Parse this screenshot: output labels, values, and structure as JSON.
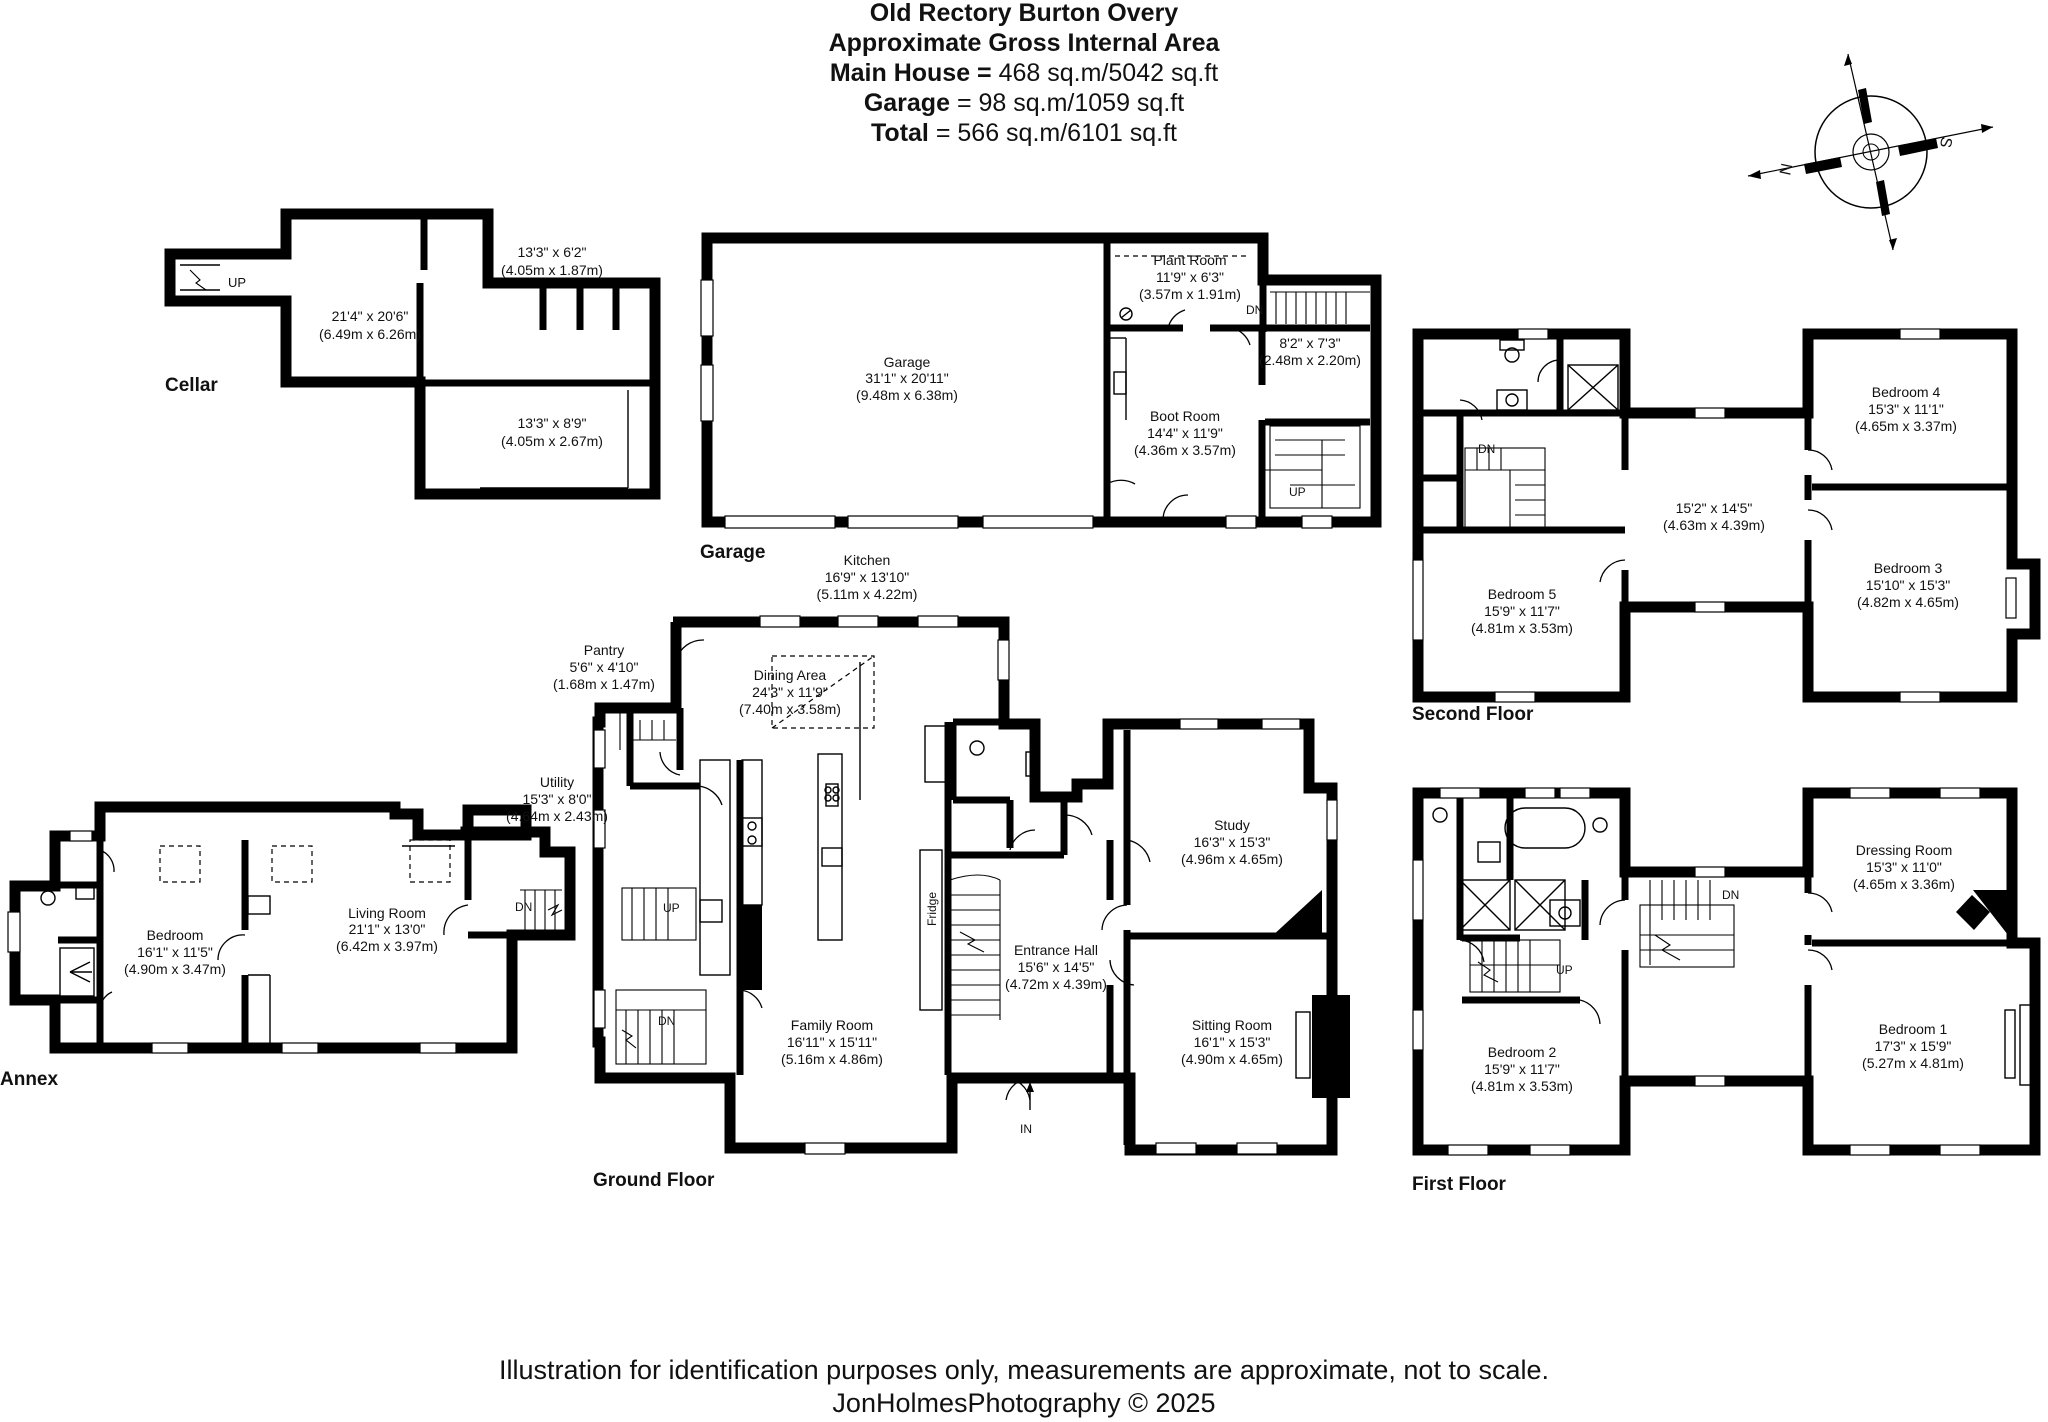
{
  "header": {
    "title": "Old Rectory Burton Overy",
    "subtitle": "Approximate Gross Internal Area",
    "main_label": "Main House =",
    "main_value": " 468 sq.m/5042 sq.ft",
    "garage_label": "Garage",
    "garage_value": " = 98 sq.m/1059 sq.ft",
    "total_label": "Total",
    "total_value": " = 566 sq.m/6101 sq.ft"
  },
  "compass": {
    "north": "N",
    "south": "S"
  },
  "floors": {
    "cellar": "Cellar",
    "garage": "Garage",
    "annex": "Annex",
    "ground": "Ground Floor",
    "first": "First Floor",
    "second": "Second Floor"
  },
  "rooms": {
    "cellar_main": [
      "21'4\" x 20'6\"",
      "(6.49m x 6.26m)"
    ],
    "cellar_store_top": [
      "13'3\" x 6'2\"",
      "(4.05m x 1.87m)"
    ],
    "cellar_store_bottom": [
      "13'3\" x 8'9\"",
      "(4.05m x 2.67m)"
    ],
    "garage": [
      "Garage",
      "31'1\" x 20'11\"",
      "(9.48m x 6.38m)"
    ],
    "plant_room": [
      "Plant Room",
      "11'9\" x 6'3\"",
      "(3.57m x 1.91m)"
    ],
    "store": [
      "8'2\" x 7'3\"",
      "(2.48m x 2.20m)"
    ],
    "boot_room": [
      "Boot Room",
      "14'4\" x 11'9\"",
      "(4.36m x 3.57m)"
    ],
    "kitchen": [
      "Kitchen",
      "16'9\" x 13'10\"",
      "(5.11m x 4.22m)"
    ],
    "dining": [
      "Dining Area",
      "24'3\" x 11'9\"",
      "(7.40m x 3.58m)"
    ],
    "pantry": [
      "Pantry",
      "5'6\" x 4'10\"",
      "(1.68m x 1.47m)"
    ],
    "utility": [
      "Utility",
      "15'3\" x 8'0\"",
      "(4.64m x 2.43m)"
    ],
    "family": [
      "Family Room",
      "16'11\" x 15'11\"",
      "(5.16m x 4.86m)"
    ],
    "entrance": [
      "Entrance Hall",
      "15'6\" x 14'5\"",
      "(4.72m x 4.39m)"
    ],
    "study": [
      "Study",
      "16'3\" x 15'3\"",
      "(4.96m x 4.65m)"
    ],
    "sitting": [
      "Sitting Room",
      "16'1\" x 15'3\"",
      "(4.90m x 4.65m)"
    ],
    "annex_bedroom": [
      "Bedroom",
      "16'1\" x 11'5\"",
      "(4.90m x 3.47m)"
    ],
    "annex_living": [
      "Living Room",
      "21'1\" x 13'0\"",
      "(6.42m x 3.97m)"
    ],
    "bedroom4": [
      "Bedroom 4",
      "15'3\" x 11'1\"",
      "(4.65m x 3.37m)"
    ],
    "landing2": [
      "15'2\" x 14'5\"",
      "(4.63m x 4.39m)"
    ],
    "bedroom3": [
      "Bedroom 3",
      "15'10\" x 15'3\"",
      "(4.82m x 4.65m)"
    ],
    "bedroom5": [
      "Bedroom 5",
      "15'9\" x 11'7\"",
      "(4.81m x 3.53m)"
    ],
    "dressing": [
      "Dressing Room",
      "15'3\" x 11'0\"",
      "(4.65m x 3.36m)"
    ],
    "bedroom1": [
      "Bedroom 1",
      "17'3\" x 15'9\"",
      "(5.27m x 4.81m)"
    ],
    "bedroom2": [
      "Bedroom 2",
      "15'9\" x 11'7\"",
      "(4.81m x 3.53m)"
    ]
  },
  "markers": {
    "up": "UP",
    "dn": "DN",
    "in": "IN",
    "fridge": "Fridge"
  },
  "footer": {
    "disclaimer": "Illustration for identification purposes only, measurements are approximate, not to scale.",
    "credit": "JonHolmesPhotography  © 2025"
  }
}
